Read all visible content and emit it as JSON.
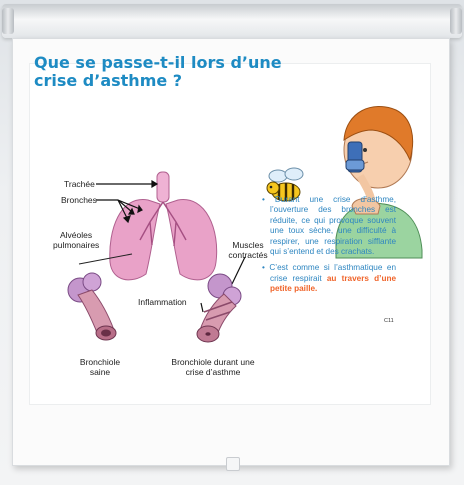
{
  "slide": {
    "title": "Que se passe-t-il lors d’une crise d’asthme ?",
    "code": "C11"
  },
  "diagram": {
    "labels": {
      "trachea": "Trachée",
      "bronchi": "Bronches",
      "alveoli_line1": "Alvéoles",
      "alveoli_line2": "pulmonaires",
      "muscles_line1": "Muscles",
      "muscles_line2": "contractés",
      "inflammation": "Inflammation",
      "healthy_line1": "Bronchiole",
      "healthy_line2": "saine",
      "crisis_line1": "Bronchiole durant une",
      "crisis_line2": "crise d’asthme"
    }
  },
  "text": {
    "paragraph1": "• Durant une crise d’asthme, l’ouverture des bronches est réduite, ce qui provoque souvent une toux sèche, une difficulté à respirer, une respiration sifflante qui s’entend et des crachats.",
    "paragraph2_start": "• C’est comme si l’asthmatique en crise respirait ",
    "paragraph2_highlight": "au travers d’une petite paille."
  },
  "colors": {
    "title": "#1e8bc3",
    "body_text": "#2e86c1",
    "highlight": "#f0642a",
    "lungs": "#e9a2c8",
    "bronchiole": "#b07bb8"
  },
  "icons": [
    "bee-illustration",
    "child-inhaler-illustration",
    "lungs-illustration"
  ]
}
